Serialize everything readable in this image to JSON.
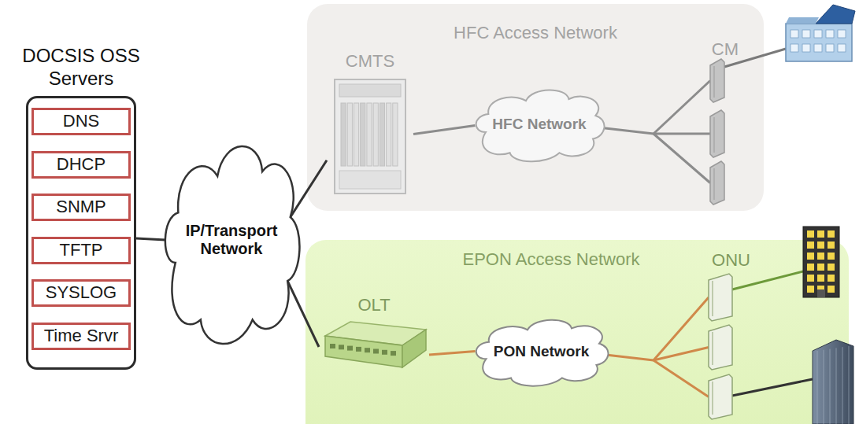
{
  "diagram": {
    "nodes": [
      {
        "text": [
          "DOCSIS OSS Servers"
        ]
      },
      {
        "text": [
          "DNS"
        ],
        "in": 0
      },
      {
        "text": [
          "DHCP"
        ],
        "in": 0
      },
      {
        "text": [
          "SNMP"
        ],
        "in": 0
      },
      {
        "text": [
          "TFTP"
        ],
        "in": 0
      },
      {
        "text": [
          "SYSLOG"
        ],
        "in": 0
      },
      {
        "text": [
          "Time Srvr"
        ],
        "in": 0
      },
      {
        "text": [
          "IP/Transport Network"
        ]
      },
      {
        "text": [
          "HFC Access Network"
        ]
      },
      {
        "text": [
          "CMTS"
        ],
        "in": 8
      },
      {
        "text": [
          "HFC Network"
        ],
        "in": 8
      },
      {
        "text": [
          "CM"
        ],
        "in": 8
      },
      {
        "text": [
          "EPON Access Network"
        ]
      },
      {
        "text": [
          "OLT"
        ],
        "in": 12
      },
      {
        "text": [
          "PON Network"
        ],
        "in": 12
      },
      {
        "text": [
          "ONU"
        ],
        "in": 12
      }
    ],
    "edges": [
      {
        "from": 0,
        "to": 7,
        "arrow": "none"
      },
      {
        "from": 7,
        "to": 9,
        "arrow": "none"
      },
      {
        "from": 9,
        "to": 10,
        "arrow": "none"
      },
      {
        "from": 10,
        "to": 11,
        "arrow": "none"
      },
      {
        "from": 7,
        "to": 13,
        "arrow": "none"
      },
      {
        "from": 13,
        "to": 14,
        "arrow": "none"
      },
      {
        "from": 14,
        "to": 15,
        "arrow": "none"
      }
    ]
  }
}
